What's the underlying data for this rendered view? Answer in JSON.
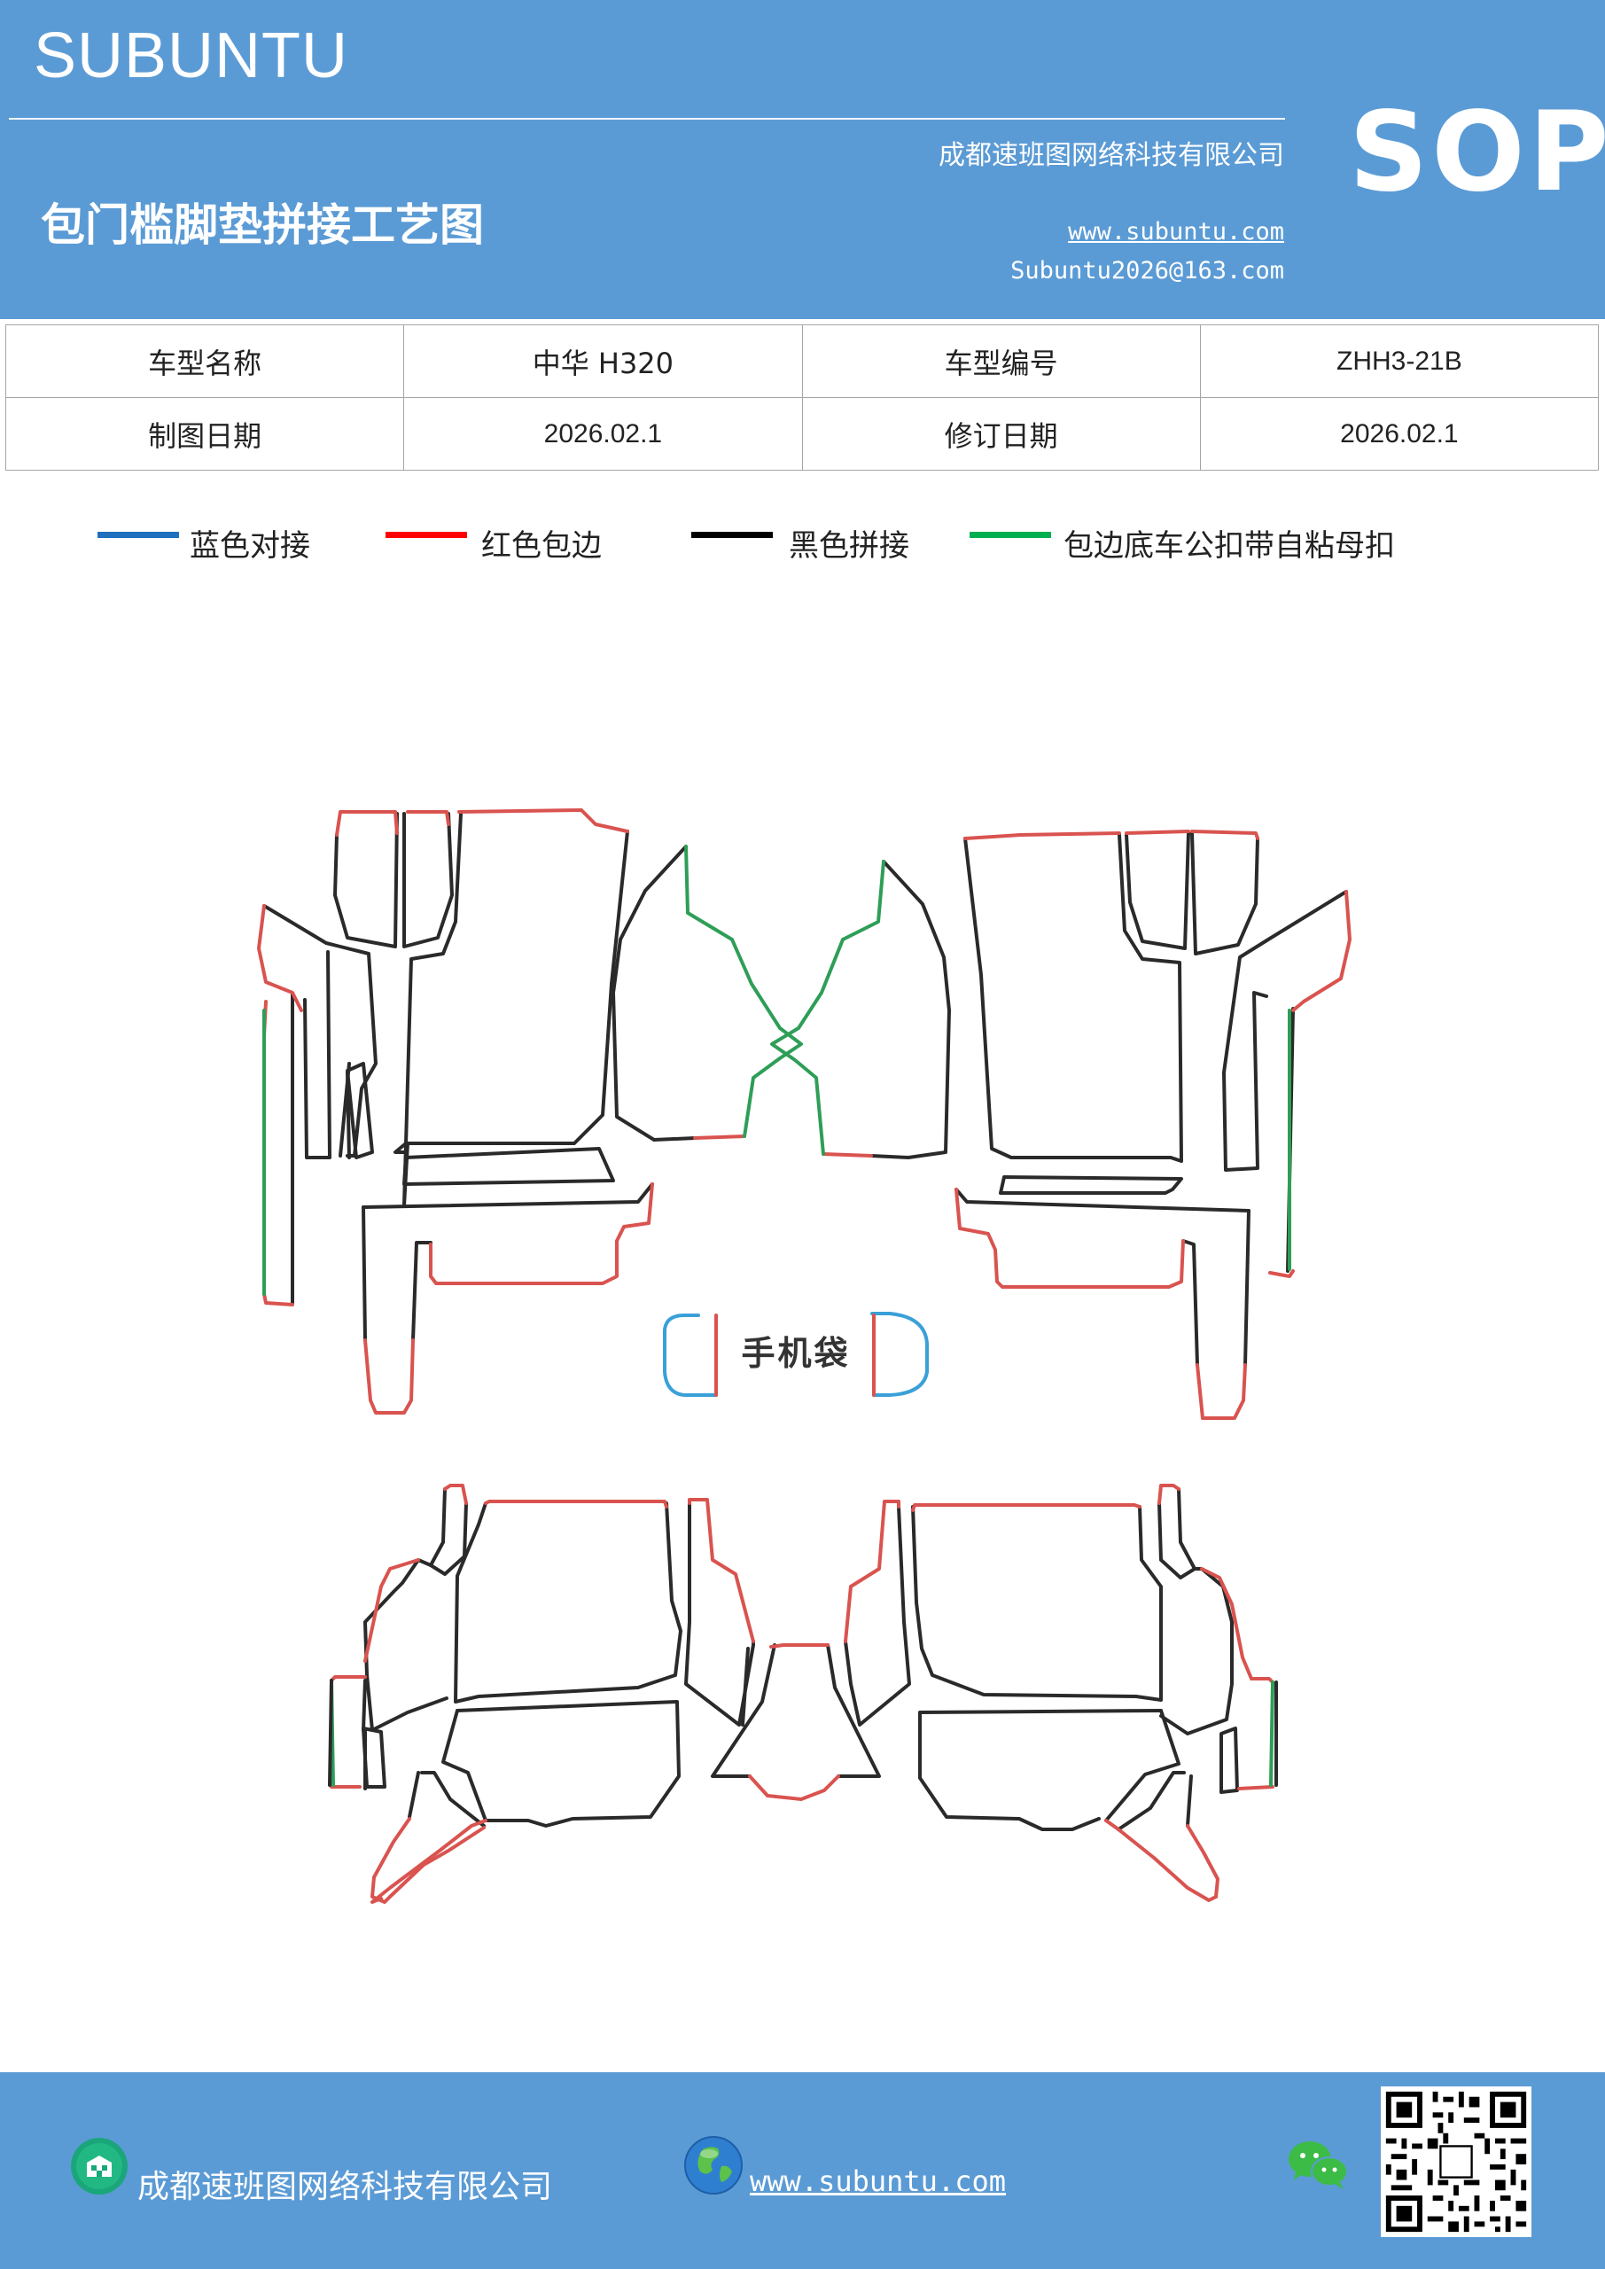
{
  "header": {
    "brand": "SUBUNTU",
    "company": "成都速班图网络科技有限公司",
    "title": "包门槛脚垫拼接工艺图",
    "website": "www.subuntu.com",
    "email": "Subuntu2026@163.com",
    "badge": "SOP"
  },
  "info": {
    "model_name_label": "车型名称",
    "model_name_value": "中华 H320",
    "model_code_label": "车型编号",
    "model_code_value": "ZHH3-21B",
    "draw_date_label": "制图日期",
    "draw_date_value": "2026.02.1",
    "revise_date_label": "修订日期",
    "revise_date_value": "2026.02.1"
  },
  "legend": [
    {
      "label": "蓝色对接",
      "color": "#1f6fbf"
    },
    {
      "label": "红色包边",
      "color": "#ff0000"
    },
    {
      "label": "黑色拼接",
      "color": "#000000"
    },
    {
      "label": "包边底车公扣带自粘母扣",
      "color": "#00b050"
    }
  ],
  "diagram": {
    "phone_pocket_label": "手机袋",
    "colors": {
      "outline": "#2a2a2a",
      "edge_red": "#d9534f",
      "edge_green": "#2e9e57",
      "edge_blue": "#3aa0d8"
    }
  },
  "footer": {
    "company": "成都速班图网络科技有限公司",
    "website": "www.subuntu.com"
  }
}
